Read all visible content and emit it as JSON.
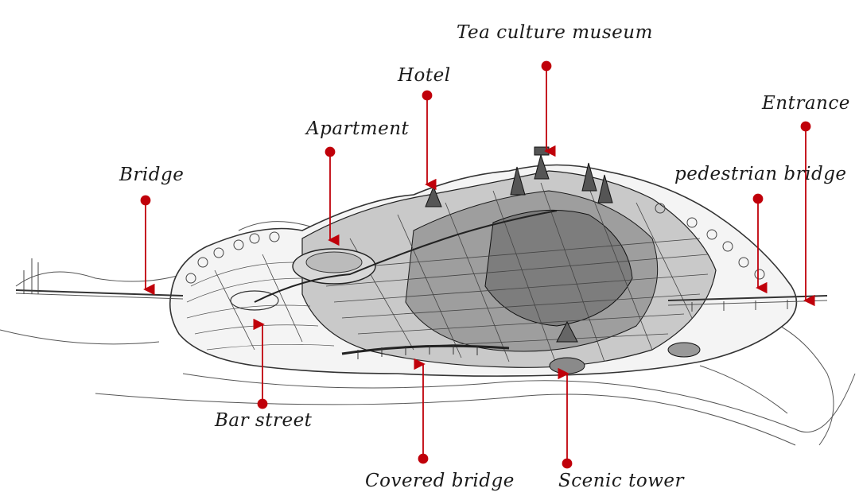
{
  "labels": {
    "tea_culture_museum": "Tea culture museum",
    "hotel": "Hotel",
    "apartment": "Apartment",
    "entrance": "Entrance",
    "bridge": "Bridge",
    "pedestrian_bridge": "pedestrian bridge",
    "bar_street": "Bar street",
    "covered_bridge": "Covered bridge",
    "scenic_tower": "Scenic tower"
  },
  "colors": {
    "callout": "#c0000a",
    "ink": "#1a1a1a",
    "pencil": "#3a3a3a"
  }
}
